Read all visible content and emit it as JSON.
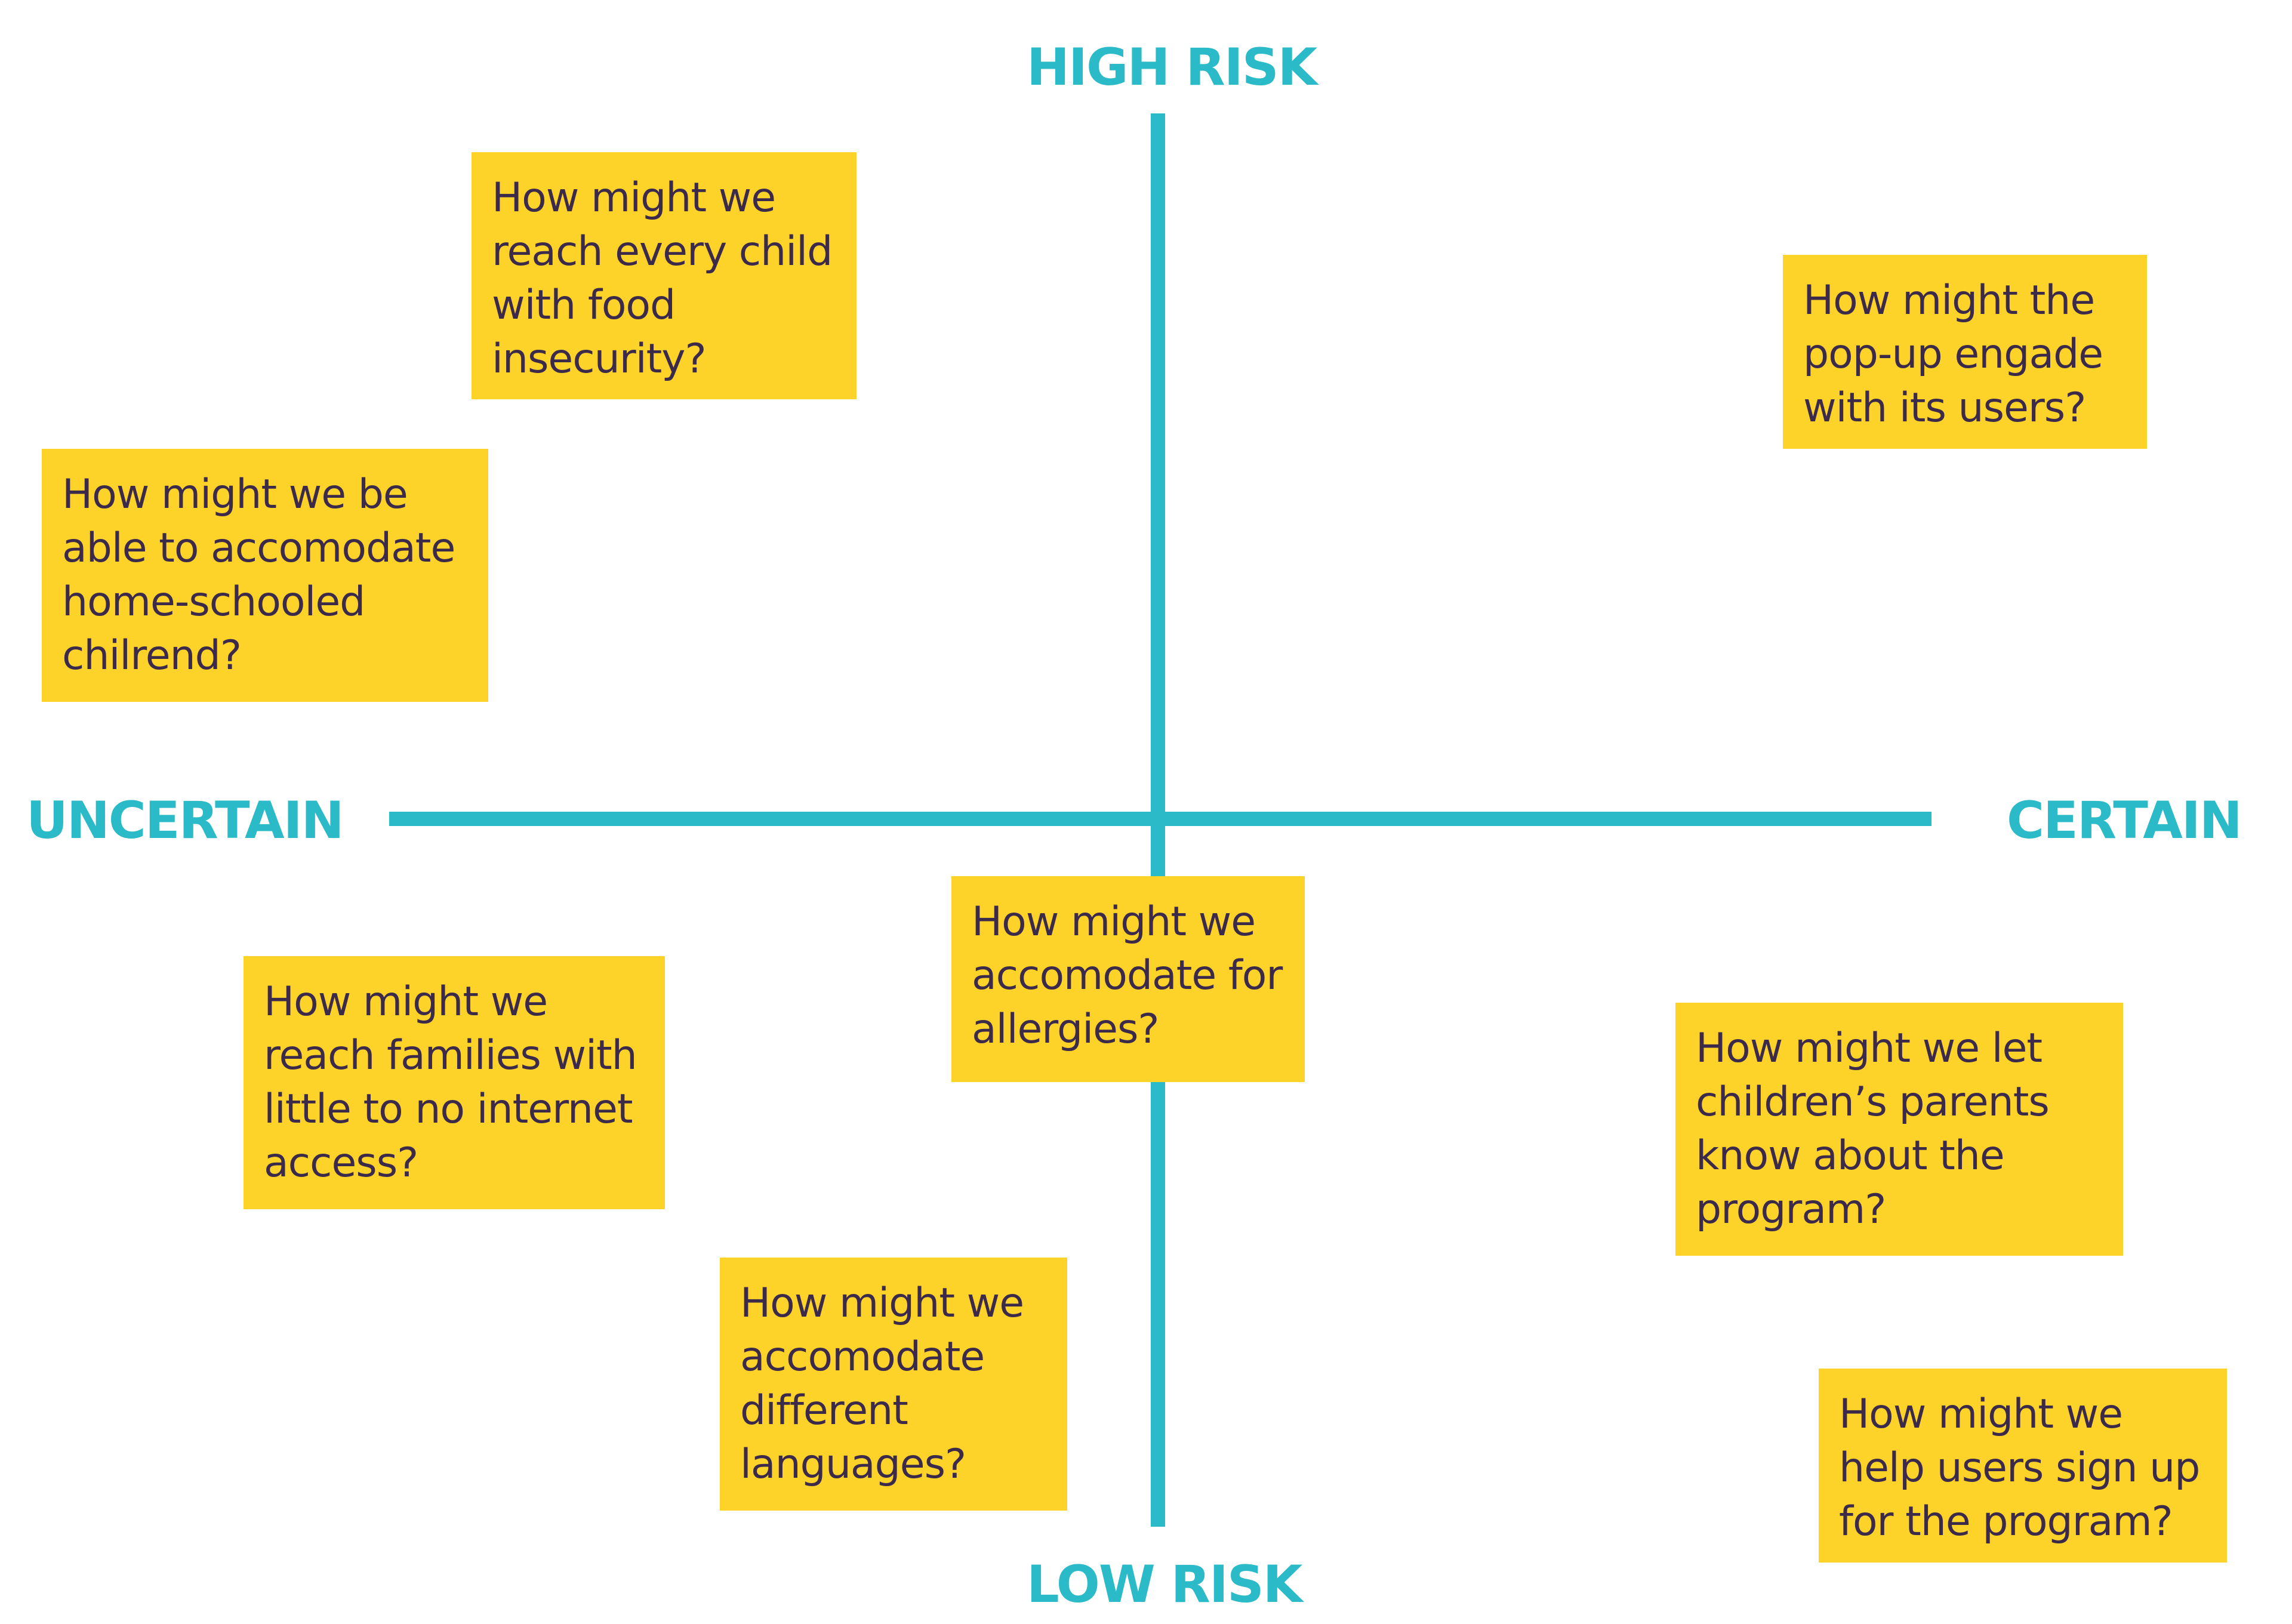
{
  "axes": {
    "top": "HIGH RISK",
    "bottom": "LOW RISK",
    "left": "UNCERTAIN",
    "right": "CERTAIN"
  },
  "colors": {
    "axis": "#2bbac8",
    "note_background": "#fdd329",
    "note_text": "#3b2a4a",
    "background": "#ffffff"
  },
  "notes": [
    {
      "lines": [
        "How might we",
        "reach every child",
        "with food",
        "insecurity?"
      ]
    },
    {
      "lines": [
        "How might we be",
        "able to accomodate",
        "home-schooled",
        "chilrend?"
      ]
    },
    {
      "lines": [
        "How might the",
        "pop-up engade",
        "with its users?"
      ]
    },
    {
      "lines": [
        "How might we",
        "accomodate for",
        "allergies?"
      ]
    },
    {
      "lines": [
        "How might we",
        "reach families with",
        "little to no internet",
        "access?"
      ]
    },
    {
      "lines": [
        "How might we let",
        "children’s parents",
        "know about the",
        "program?"
      ]
    },
    {
      "lines": [
        "How might we",
        "accomodate",
        "different",
        "languages?"
      ]
    },
    {
      "lines": [
        "How might we",
        "help users sign up",
        "for the program?"
      ]
    }
  ]
}
